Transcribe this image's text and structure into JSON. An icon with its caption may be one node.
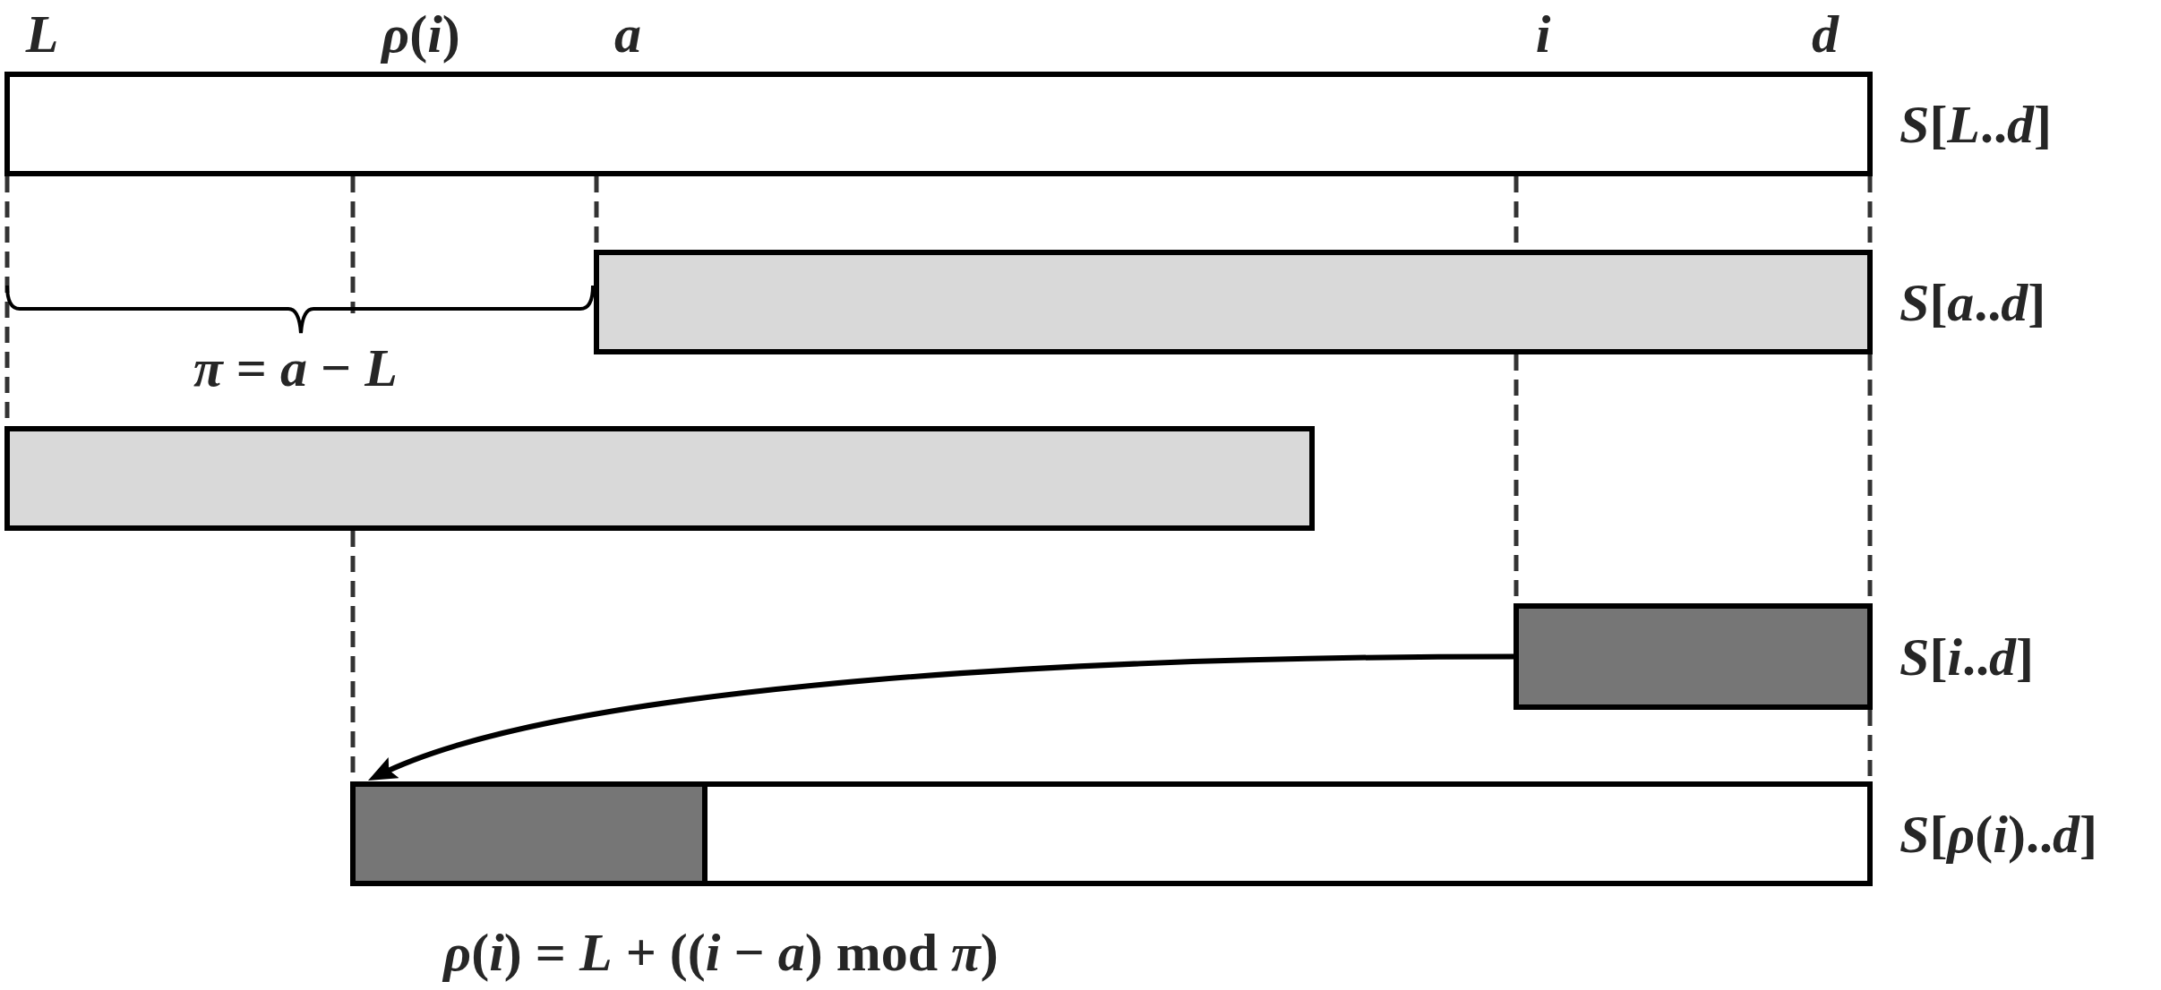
{
  "diagram": {
    "nodes": [
      {
        "text": [],
        "shape": "bar",
        "beside": [
          "*S*[*L*..*d*]"
        ]
      },
      {
        "text": [],
        "shape": "bar",
        "beside": [
          "*S*[*a*..*d*]"
        ]
      },
      {
        "text": [],
        "shape": "bar"
      },
      {
        "text": [],
        "shape": "bar",
        "beside": [
          "*S*[*i*..*d*]"
        ]
      },
      {
        "text": [],
        "shape": "bar",
        "beside": [
          "*S*[*ρ*(*i*)..*d*]"
        ]
      },
      {
        "text": [],
        "shape": "bar",
        "in": 4
      }
    ],
    "edges": [
      {
        "from": 3,
        "to": 5,
        "arrow": "to"
      }
    ],
    "labels": [
      "L",
      "*ρ*(*i*)",
      "a",
      "i",
      "d",
      "*π* = *a* − *L*",
      "*ρ*(*i*) = *L* + ((*i* − *a*) mod *π*)"
    ]
  }
}
